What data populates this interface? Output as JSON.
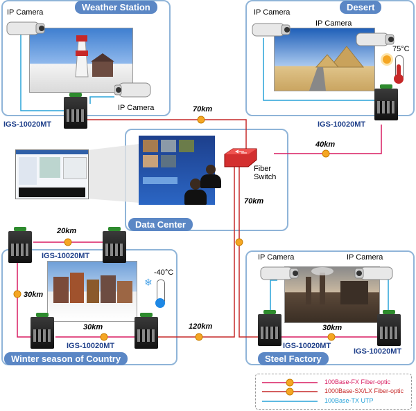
{
  "panels": {
    "weather": {
      "title": "Weather Station"
    },
    "desert": {
      "title": "Desert"
    },
    "datacenter": {
      "title": "Data Center"
    },
    "winter": {
      "title": "Winter season of Country"
    },
    "steel": {
      "title": "Steel Factory"
    }
  },
  "labels": {
    "ip_camera": "IP Camera",
    "model": "IGS-10020MT",
    "fiber_switch_line1": "Fiber",
    "fiber_switch_line2": "Switch"
  },
  "distances": {
    "d70_top": "70km",
    "d40": "40km",
    "d70_mid": "70km",
    "d20": "20km",
    "d30_left": "30km",
    "d30_winter": "30km",
    "d120": "120km",
    "d30_steel": "30km"
  },
  "temperatures": {
    "desert": "75°C",
    "winter": "-40°C"
  },
  "legend": {
    "items": [
      {
        "label": "100Base-FX Fiber-optic",
        "color": "#d81b60"
      },
      {
        "label": "1000Base-SX/LX Fiber-optic",
        "color": "#c62828"
      },
      {
        "label": "100Base-TX UTP",
        "color": "#29a3d9"
      }
    ]
  },
  "colors": {
    "fx_fiber": "#d81b60",
    "gx_fiber": "#c62828",
    "utp": "#29a3d9",
    "panel_border": "#8fb4d8",
    "tab_bg": "#5b87c5",
    "model_text": "#1e3f8a"
  }
}
